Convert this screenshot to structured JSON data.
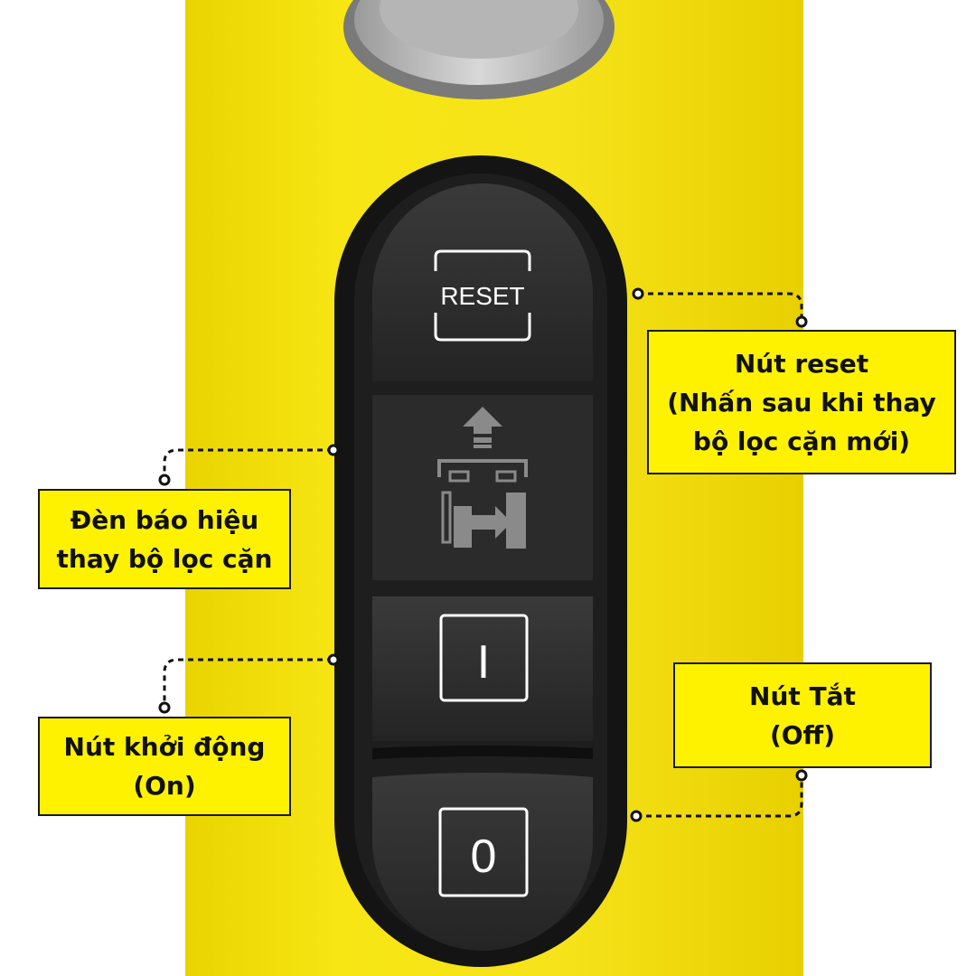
{
  "device": {
    "body_color": "#f6e411",
    "panel_color": "#1b1b1b",
    "button_color": "#2c2c2c",
    "icons": [
      "reset-icon",
      "filter-change-icon",
      "power-on-icon",
      "power-off-icon"
    ]
  },
  "buttons": {
    "reset": {
      "text": "RESET"
    },
    "on": {
      "text": "I"
    },
    "off": {
      "text": "0"
    }
  },
  "labels": {
    "reset": {
      "line1": "Nút reset",
      "line2": "(Nhấn sau khi thay",
      "line3": "bộ lọc cặn mới)"
    },
    "filter_indicator": {
      "line1": "Đèn báo hiệu",
      "line2": "thay bộ lọc cặn"
    },
    "on": {
      "line1": "Nút khởi động",
      "line2": "(On)"
    },
    "off": {
      "line1": "Nút Tắt",
      "line2": "(Off)"
    }
  },
  "colors": {
    "label_bg": "#fff200",
    "label_border": "#1a1a1a",
    "leader_line": "#111111"
  }
}
